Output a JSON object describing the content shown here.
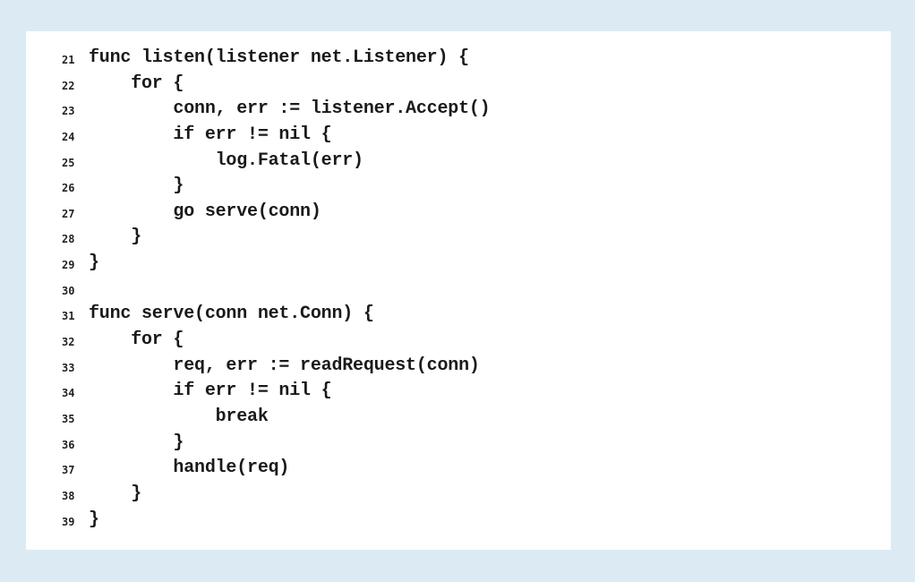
{
  "code": {
    "lines": [
      {
        "num": "21",
        "text": "func listen(listener net.Listener) {"
      },
      {
        "num": "22",
        "text": "    for {"
      },
      {
        "num": "23",
        "text": "        conn, err := listener.Accept()"
      },
      {
        "num": "24",
        "text": "        if err != nil {"
      },
      {
        "num": "25",
        "text": "            log.Fatal(err)"
      },
      {
        "num": "26",
        "text": "        }"
      },
      {
        "num": "27",
        "text": "        go serve(conn)"
      },
      {
        "num": "28",
        "text": "    }"
      },
      {
        "num": "29",
        "text": "}"
      },
      {
        "num": "30",
        "text": ""
      },
      {
        "num": "31",
        "text": "func serve(conn net.Conn) {"
      },
      {
        "num": "32",
        "text": "    for {"
      },
      {
        "num": "33",
        "text": "        req, err := readRequest(conn)"
      },
      {
        "num": "34",
        "text": "        if err != nil {"
      },
      {
        "num": "35",
        "text": "            break"
      },
      {
        "num": "36",
        "text": "        }"
      },
      {
        "num": "37",
        "text": "        handle(req)"
      },
      {
        "num": "38",
        "text": "    }"
      },
      {
        "num": "39",
        "text": "}"
      }
    ]
  }
}
